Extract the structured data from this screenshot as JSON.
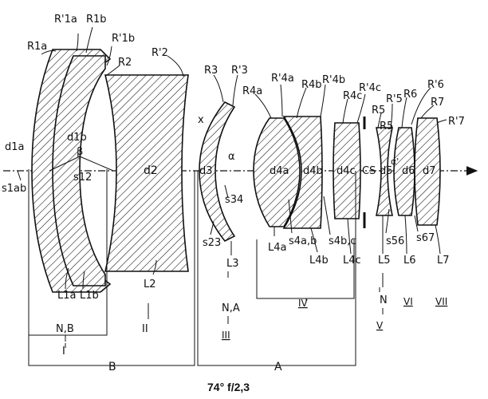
{
  "caption": "74° f/2,3",
  "labels": {
    "R1a": "R1a",
    "R1a_p": "R'1a",
    "R1b": "R1b",
    "R1b_p": "R'1b",
    "R2": "R2",
    "R2_p": "R'2",
    "R3": "R3",
    "R3_p": "R'3",
    "R4a": "R4a",
    "R4a_p": "R'4a",
    "R4b": "R4b",
    "R4b_p": "R'4b",
    "R4c": "R4c",
    "R4c_p": "R'4c",
    "R5": "R5",
    "R5_p": "R'5",
    "R5b": "R5",
    "R6": "R6",
    "R6_p": "R'6",
    "R7": "R7",
    "R7_p": "R'7",
    "d1a": "d1a",
    "d1b": "d1b",
    "beta": "β",
    "s1ab": "s1ab",
    "s12": "s12",
    "d2": "d2",
    "x": "x",
    "d3": "d3",
    "s23": "s23",
    "s34": "s34",
    "alpha": "α",
    "d4a": "d4a",
    "d4b": "d4b",
    "d4c": "d4c",
    "CS": "CS",
    "d5": "d5",
    "d6": "d6",
    "d7": "d7",
    "alpha_p": "α'",
    "s4ab": "s4a,b",
    "s4bc": "s4b,c",
    "s56": "s56",
    "s67": "s67",
    "L1a": "L1a",
    "L1b": "L1b",
    "L2": "L2",
    "L3": "L3",
    "L4a": "L4a",
    "L4b": "L4b",
    "L4c": "L4c",
    "L5": "L5",
    "L6": "L6",
    "L7": "L7",
    "NB": "N,B",
    "NA": "N,A",
    "N": "N",
    "g1": "I",
    "g2": "II",
    "g3": "III",
    "g4": "IV",
    "g5": "V",
    "g6": "VI",
    "g7": "VII",
    "A": "A",
    "B": "B"
  }
}
